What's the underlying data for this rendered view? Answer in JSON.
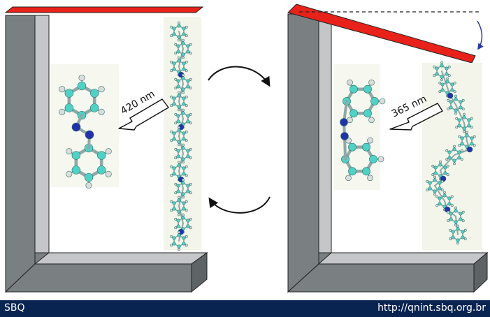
{
  "labels": {
    "left_wavelength": "420 nm",
    "right_wavelength": "365 nm"
  },
  "footer": {
    "left": "SBQ",
    "right": "http://qnint.sbq.org.br"
  },
  "colors": {
    "carbon": "#4fd1c5",
    "nitrogen": "#2233aa",
    "hydrogen": "#dcdcdc",
    "bond": "#8fa8a8",
    "lid": "#e8221a",
    "wall_dark": "#7a7f82",
    "wall_light": "#c4c6c8",
    "footer_bg": "#0a2451"
  }
}
